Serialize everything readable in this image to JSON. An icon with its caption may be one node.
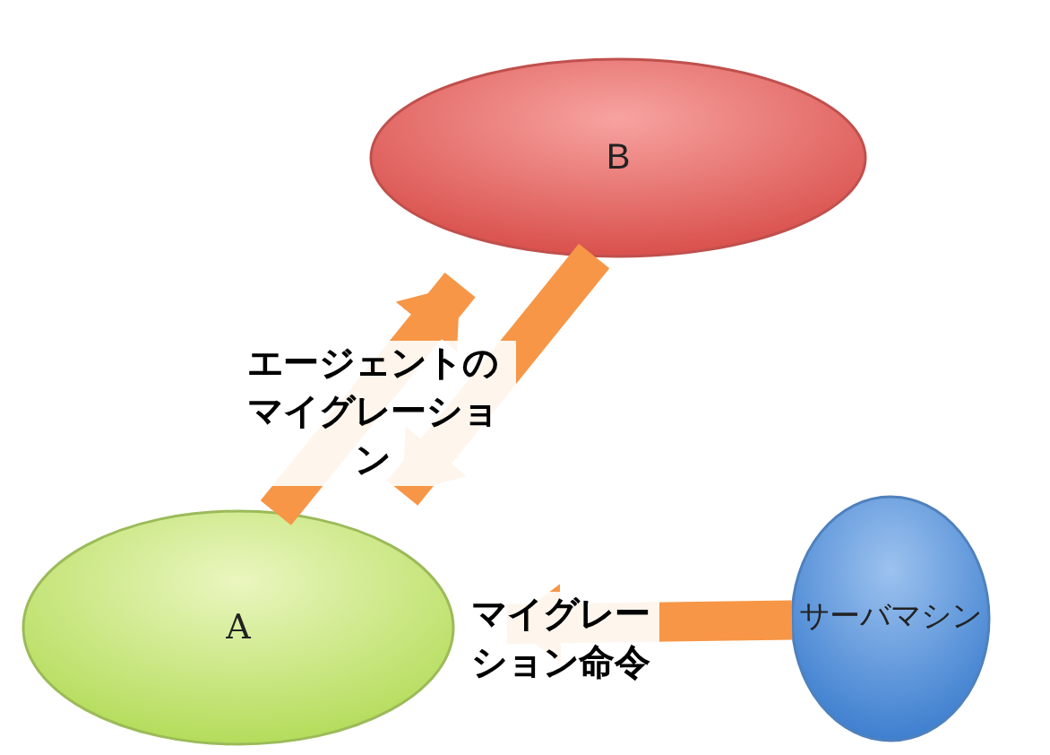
{
  "diagram": {
    "nodes": [
      {
        "text": [
          "B"
        ]
      },
      {
        "text": [
          "A"
        ]
      },
      {
        "text": [
          "サーバマシン"
        ]
      }
    ],
    "edges": [
      {
        "from": 1,
        "to": 0,
        "arrow": "to",
        "label": "エージェントのマイグレーション"
      },
      {
        "from": 0,
        "to": 1,
        "arrow": "to"
      },
      {
        "from": 2,
        "to": 1,
        "arrow": "to",
        "label": "マイグレーション命令"
      }
    ]
  }
}
